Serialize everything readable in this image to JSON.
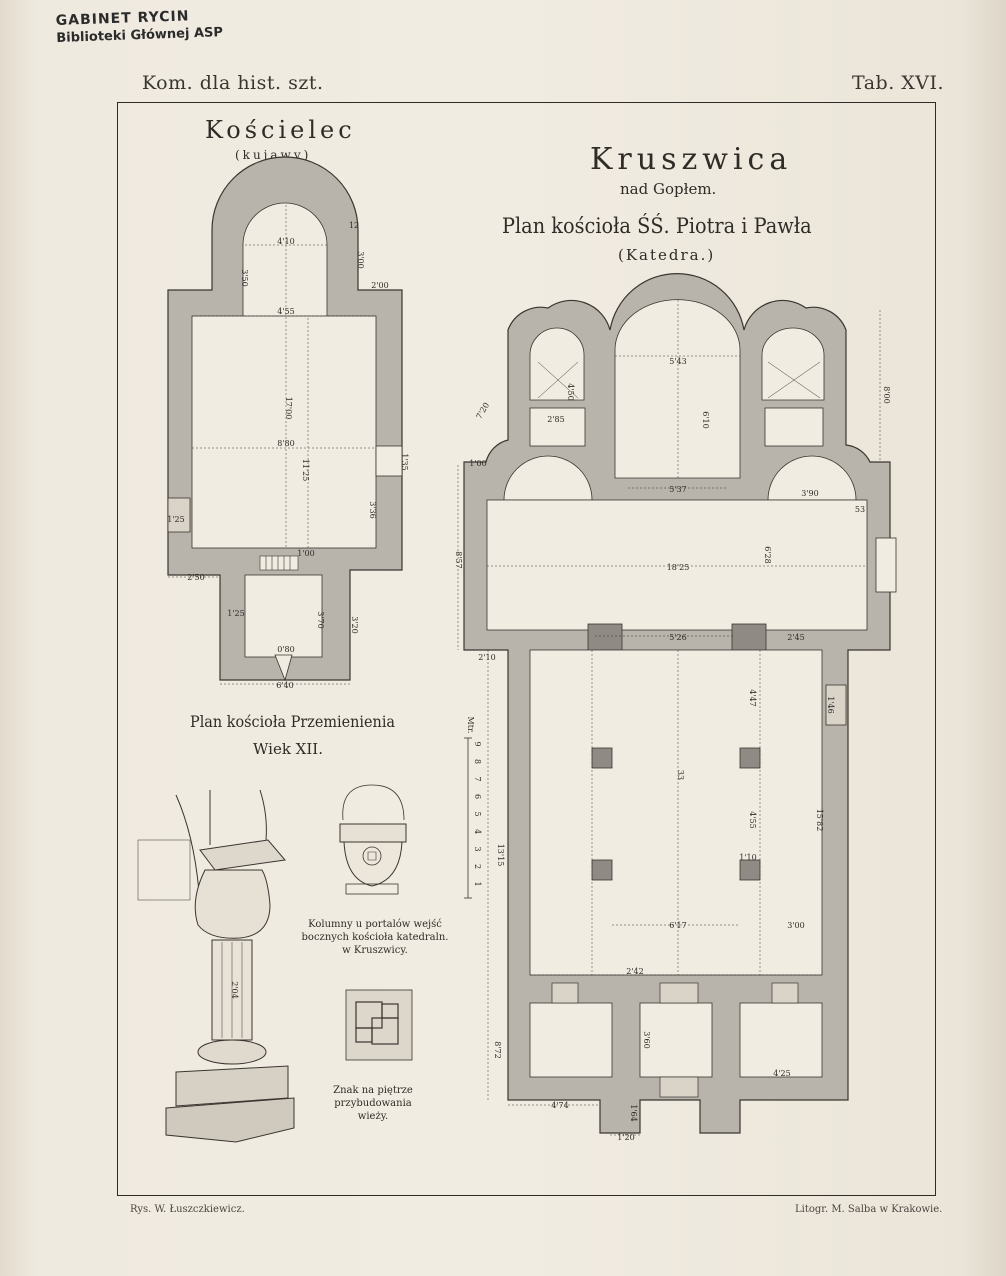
{
  "stamp": {
    "line1": "GABINET RYCIN",
    "line2": "Biblioteki Głównej ASP"
  },
  "header": {
    "left": "Kom. dla hist. szt.",
    "right": "Tab. XVI."
  },
  "koscielec": {
    "title": "Kościelec",
    "subtitle": "(kujawy)",
    "caption": "Plan kościoła Przemienienia",
    "century": "Wiek XII.",
    "dimensions": [
      "4'10",
      "3'50",
      "3'00",
      "2'00",
      "4'55",
      "17'00",
      "8'80",
      "11'25",
      "1'35",
      "3'36",
      "1'25",
      "1'00",
      "2'50",
      "1'25",
      "3'70",
      "3'20",
      "0'80",
      "6'40",
      "12"
    ]
  },
  "kruszwica": {
    "title": "Kruszwica",
    "subtitle": "nad Gopłem.",
    "plan": "Plan kościoła ŚŚ. Piotra i Pawła",
    "note": "(Katedra.)",
    "dimensions": [
      "7'20",
      "5'43",
      "8'00",
      "4'50",
      "2'85",
      "6'10",
      "1'00",
      "5'37",
      "3'90",
      "53",
      "8'57",
      "18'25",
      "6'28",
      "5'26",
      "2'45",
      "2'10",
      "4'47",
      "1'46",
      "33",
      "4'55",
      "15'82",
      "13'15",
      "1'10",
      "6'17",
      "3'00",
      "2'42",
      "8'72",
      "3'60",
      "4'25",
      "4'74",
      "1'64",
      "1'20"
    ],
    "scale": {
      "unit": "Mtr.",
      "ticks": [
        "1",
        "2",
        "3",
        "4",
        "5",
        "6",
        "7",
        "8",
        "9"
      ]
    }
  },
  "details": {
    "caption_columns": "Kolumny u portalów wejść bocznych kościoła katedraln. w Kruszwicy.",
    "caption_sign": "Znak na piętrze przybudowania wieży.",
    "column_height": "2'04"
  },
  "footer": {
    "left": "Rys. W. Łuszczkiewicz.",
    "right": "Litogr. M. Salba w Krakowie."
  }
}
